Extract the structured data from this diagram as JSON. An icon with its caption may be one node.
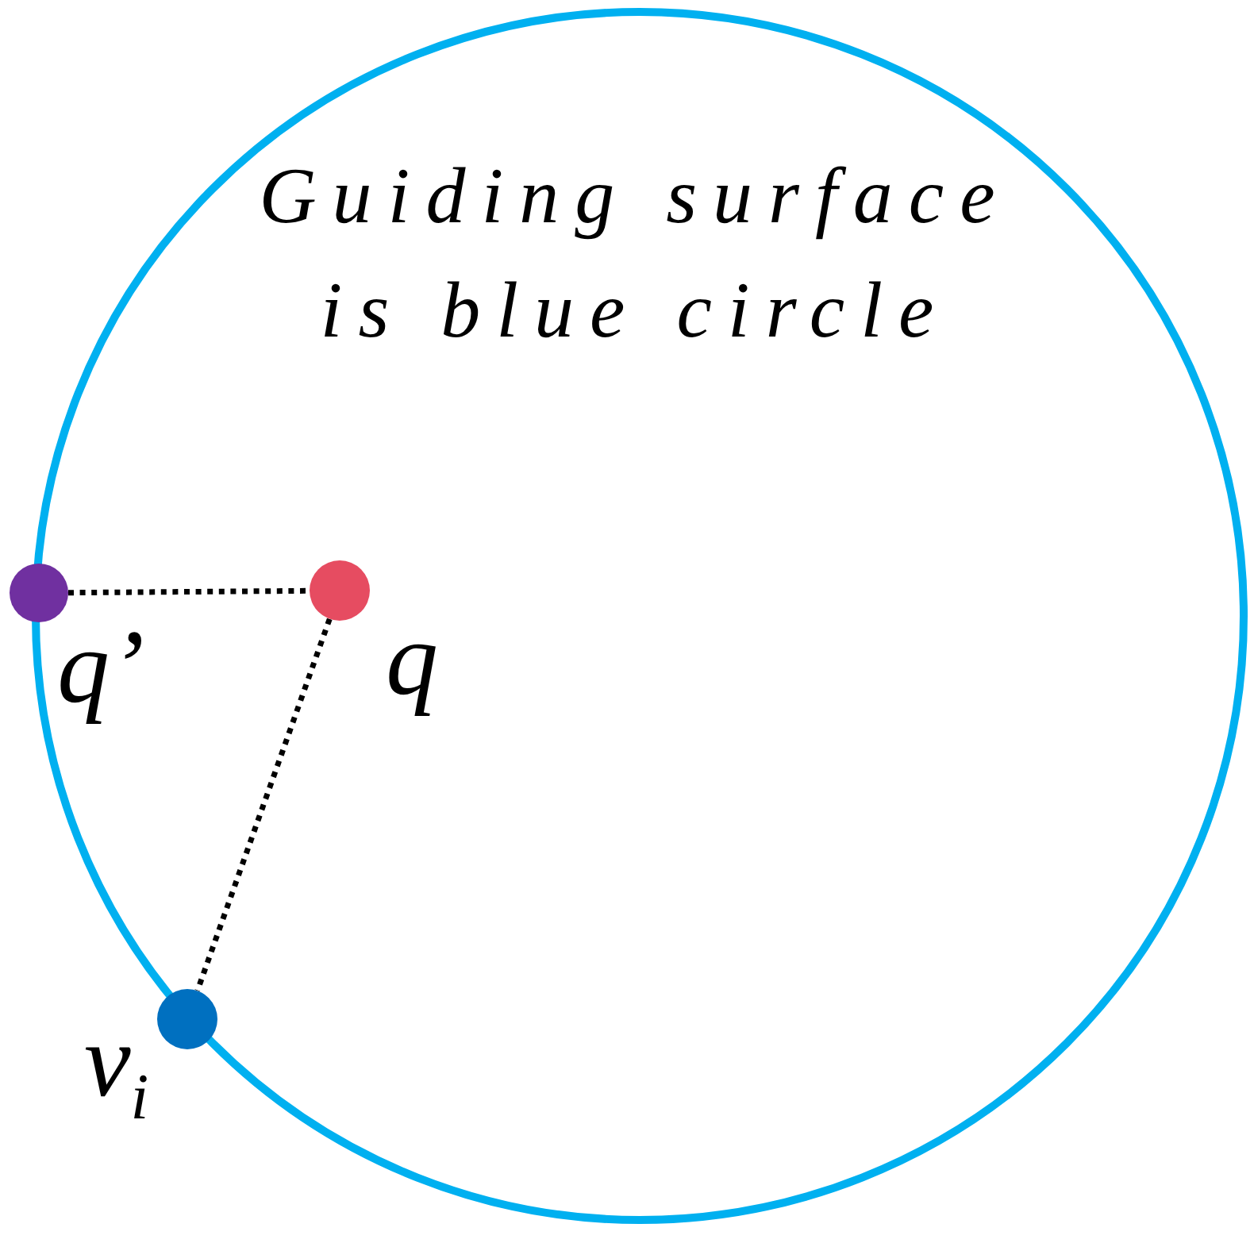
{
  "diagram": {
    "nodes": [
      {
        "text": [
          "Guiding surface is blue circle"
        ]
      },
      {
        "text": [],
        "shape": "circle",
        "beside": [
          "q’"
        ]
      },
      {
        "text": [],
        "shape": "circle",
        "beside": [
          "q"
        ],
        "in": 0
      },
      {
        "text": [],
        "shape": "circle",
        "beside": [
          "v$_{i}$"
        ]
      }
    ],
    "edges": [
      {
        "from": 1,
        "to": 2,
        "arrow": "none",
        "style": "dashed"
      },
      {
        "from": 2,
        "to": 3,
        "arrow": "none",
        "style": "dashed"
      }
    ]
  }
}
